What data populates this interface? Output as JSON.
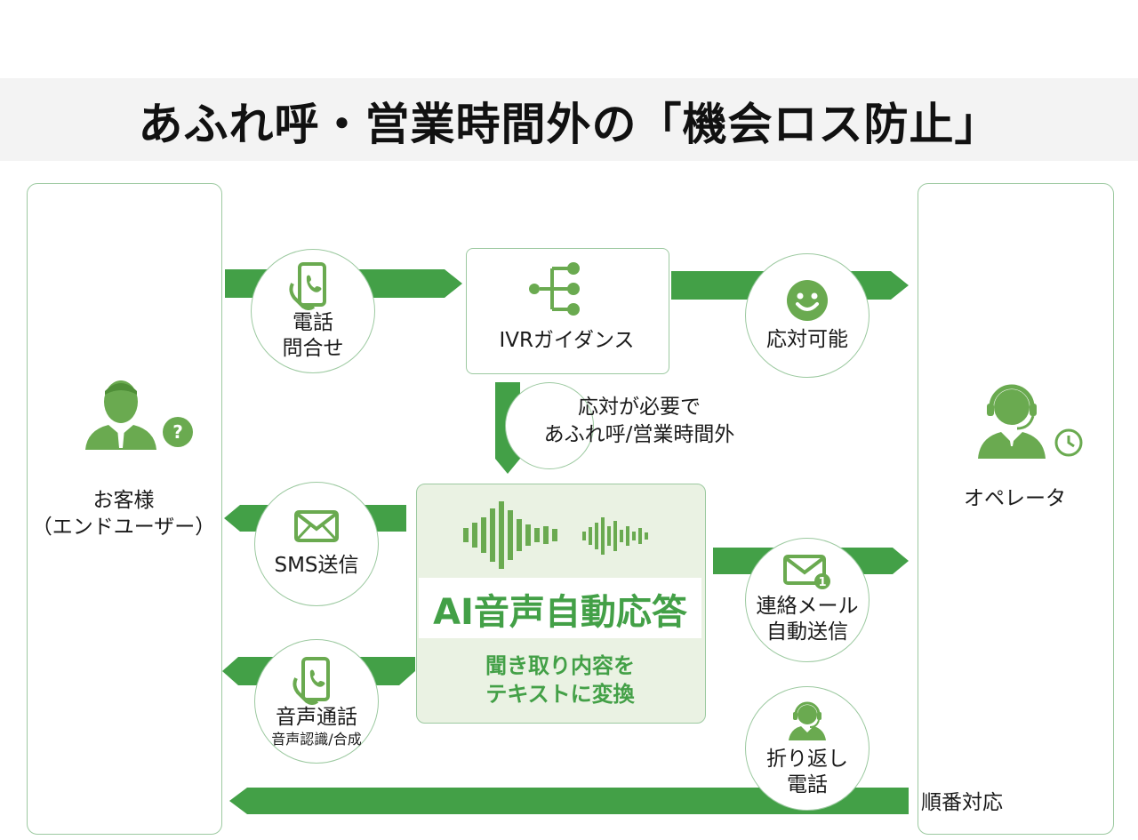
{
  "title": "あふれ呼・営業時間外の「機会ロス防止」",
  "colors": {
    "green": "#43a047",
    "icon_green": "#6aaa50",
    "light_green_bg": "#eaf2e3",
    "border": "#9cc9a0",
    "title_band": "#f3f3f3"
  },
  "customer": {
    "label_line1": "お客様",
    "label_line2": "（エンドユーザー）",
    "icon": "user-question-icon"
  },
  "operator": {
    "label": "オペレータ",
    "icon": "headset-operator-icon"
  },
  "phone_inquiry": {
    "line1": "電話",
    "line2": "問合せ",
    "icon": "smartphone-call-icon"
  },
  "ivr": {
    "label": "IVRガイダンス",
    "icon": "branch-tree-icon"
  },
  "available": {
    "label": "応対可能",
    "icon": "smiley-icon"
  },
  "overflow": {
    "line1": "応対が必要で",
    "line2": "あふれ呼/営業時間外"
  },
  "ai": {
    "title": "AI音声自動応答",
    "sub_line1": "聞き取り内容を",
    "sub_line2": "テキストに変換",
    "icon": "sound-wave-icon"
  },
  "sms": {
    "label": "SMS送信",
    "icon": "envelope-icon"
  },
  "voice_call": {
    "line1": "音声通話",
    "line2": "音声認識/合成",
    "icon": "smartphone-call-icon"
  },
  "email": {
    "line1": "連絡メール",
    "line2": "自動送信",
    "icon": "envelope-notify-icon"
  },
  "callback": {
    "line1": "折り返し",
    "line2": "電話",
    "icon": "headset-operator-icon"
  },
  "sequential": {
    "label": "順番対応"
  }
}
